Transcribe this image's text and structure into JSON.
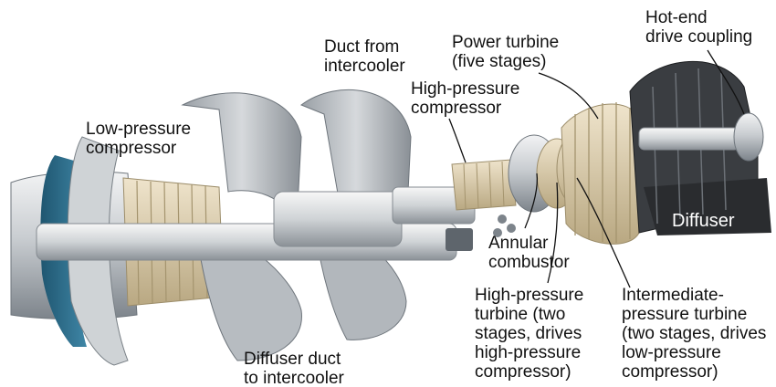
{
  "labels": {
    "low_pressure_compressor": "Low-pressure\ncompressor",
    "duct_from_intercooler": "Duct from\nintercooler",
    "high_pressure_compressor": "High-pressure\ncompressor",
    "power_turbine": "Power turbine\n(five stages)",
    "hot_end_drive_coupling": "Hot-end\ndrive coupling",
    "diffuser": "Diffuser",
    "annular_combustor": "Annular\ncombustor",
    "high_pressure_turbine": "High-pressure\nturbine (two\nstages, drives\nhigh-pressure\ncompressor)",
    "intermediate_pressure_turbine": "Intermediate-\npressure turbine\n(two stages, drives\nlow-pressure\ncompressor)",
    "diffuser_duct_to_intercooler": "Diffuser duct\nto intercooler"
  },
  "colors": {
    "metal_light": "#d9dcdf",
    "metal_mid": "#a9afb5",
    "metal_dark": "#5e656c",
    "blade_tan": "#d8c8a8",
    "inlet_blue": "#2f6f8c",
    "diffuser_black": "#2a2c2f"
  }
}
